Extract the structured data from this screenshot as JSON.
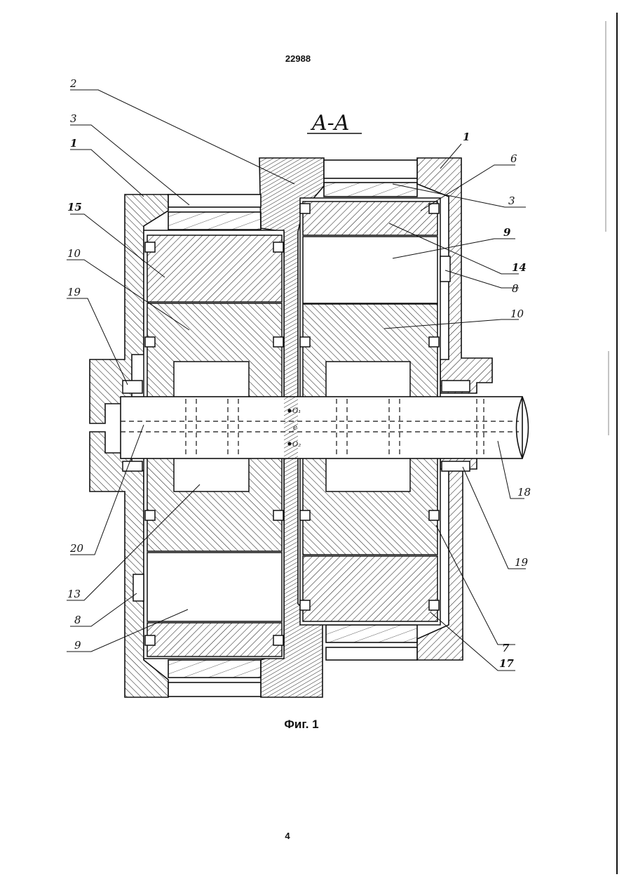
{
  "document": {
    "number": "22988",
    "figure_caption": "Фиг. 1",
    "page_number": "4"
  },
  "drawing": {
    "section_title": "A-A",
    "labels": {
      "l2": "2",
      "l3_left": "3",
      "l1_left": "1",
      "l15": "15",
      "l10_left": "10",
      "l19_left": "19",
      "l20": "20",
      "l13": "13",
      "l8_left": "8",
      "l9_left": "9",
      "l1_right": "1",
      "l6": "6",
      "l3_right": "3",
      "l9_right": "9",
      "l14": "14",
      "l8_right": "8",
      "l10_right": "10",
      "l18": "18",
      "l19_right": "19",
      "l7": "7",
      "l17": "17",
      "o1": "O₁",
      "e": "e",
      "o2": "O₂"
    }
  }
}
